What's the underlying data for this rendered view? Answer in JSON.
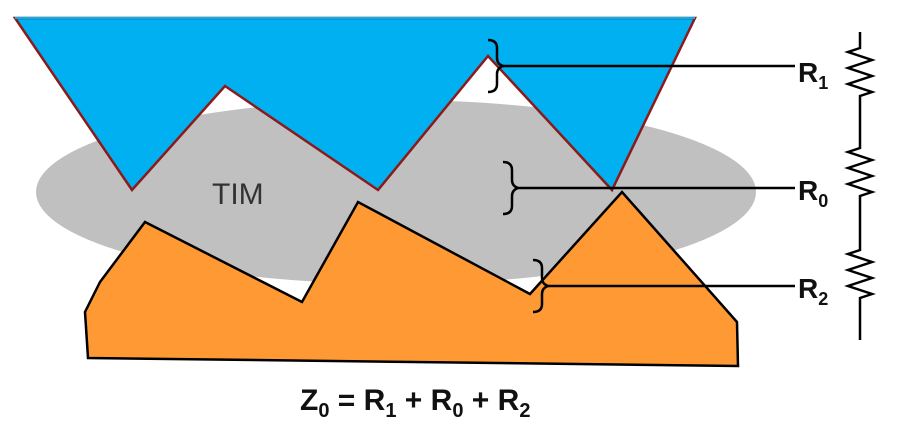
{
  "diagram": {
    "tim_label": "TIM",
    "resistors": [
      {
        "name": "R",
        "sub": "1"
      },
      {
        "name": "R",
        "sub": "0"
      },
      {
        "name": "R",
        "sub": "2"
      }
    ],
    "formula": {
      "lhs": "Z",
      "lhs_sub": "0",
      "eq": " = ",
      "t1": "R",
      "t1_sub": "1",
      "plus1": " + ",
      "t2": "R",
      "t2_sub": "0",
      "plus2": " + ",
      "t3": "R",
      "t3_sub": "2"
    },
    "colors": {
      "top_body": "#00b0f0",
      "top_outline": "#8b1a1a",
      "tim": "#c0c0c0",
      "bottom_body": "#ff9933",
      "outline": "#000000"
    }
  }
}
